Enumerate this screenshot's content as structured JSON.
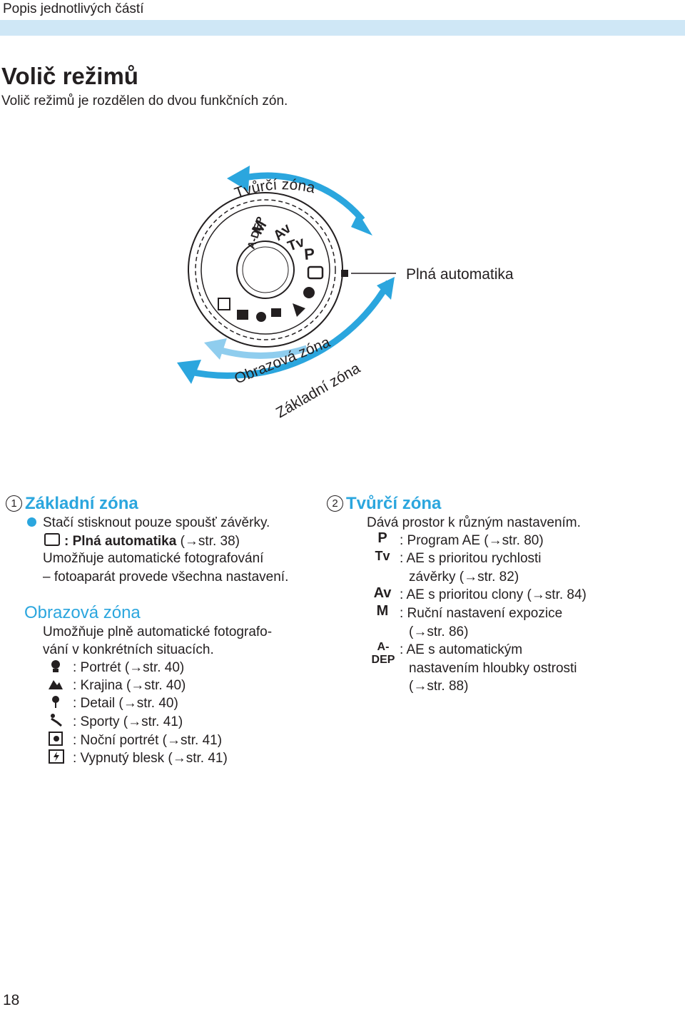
{
  "header": {
    "section_label": "Popis jednotlivých částí"
  },
  "title": "Volič režimů",
  "intro": "Volič režimů je rozdělen do dvou funkčních zón.",
  "diagram": {
    "label_creative": "Tvůrčí zóna",
    "label_full_auto": "Plná automatika",
    "label_image": "Obrazová zóna",
    "label_basic": "Základní zóna",
    "dial_marks": {
      "adep": "A-DEP",
      "m": "M",
      "av": "Av",
      "tv": "Tv",
      "p": "P"
    }
  },
  "basic_zone": {
    "number": "1",
    "heading": "Základní zóna",
    "bullet_text": "Stačí stisknout pouze spoušť závěrky.",
    "full_auto_line": ": Plná automatika",
    "full_auto_ref": " (→str. 38)",
    "desc_line1": "Umožňuje automatické fotografování",
    "desc_line2": "– fotoaparát provede všechna nastavení.",
    "image_zone_heading": "Obrazová zóna",
    "image_desc_line1": "Umožňuje plně automatické fotografo-",
    "image_desc_line2": "vání v konkrétních situacích.",
    "modes": [
      {
        "icon": "portrait-icon",
        "text": ": Portrét (→str. 40)"
      },
      {
        "icon": "landscape-icon",
        "text": ": Krajina (→str. 40)"
      },
      {
        "icon": "closeup-icon",
        "text": ": Detail (→str. 40)"
      },
      {
        "icon": "sports-icon",
        "text": ": Sporty (→str. 41)"
      },
      {
        "icon": "night-portrait-icon",
        "text": ": Noční portrét (→str. 41)"
      },
      {
        "icon": "flash-off-icon",
        "text": ": Vypnutý blesk (→str. 41)"
      }
    ]
  },
  "creative_zone": {
    "number": "2",
    "heading": "Tvůrčí zóna",
    "intro": "Dává prostor k různým nastavením.",
    "modes": [
      {
        "symbol": "P",
        "lines": [
          ": Program AE (→str. 80)"
        ]
      },
      {
        "symbol": "Tv",
        "lines": [
          ": AE s prioritou rychlosti",
          "závěrky (→str. 82)"
        ]
      },
      {
        "symbol": "Av",
        "lines": [
          ": AE s prioritou clony (→str. 84)"
        ]
      },
      {
        "symbol": "M",
        "lines": [
          ": Ruční nastavení expozice",
          "(→str. 86)"
        ]
      },
      {
        "symbol": "A-DEP",
        "lines": [
          ": AE s automatickým",
          "nastavením hloubky ostrosti",
          "(→str. 88)"
        ]
      }
    ]
  },
  "page_number": "18",
  "colors": {
    "accent": "#2ba6de",
    "header_bar": "#cfe7f6",
    "text": "#231f20"
  }
}
